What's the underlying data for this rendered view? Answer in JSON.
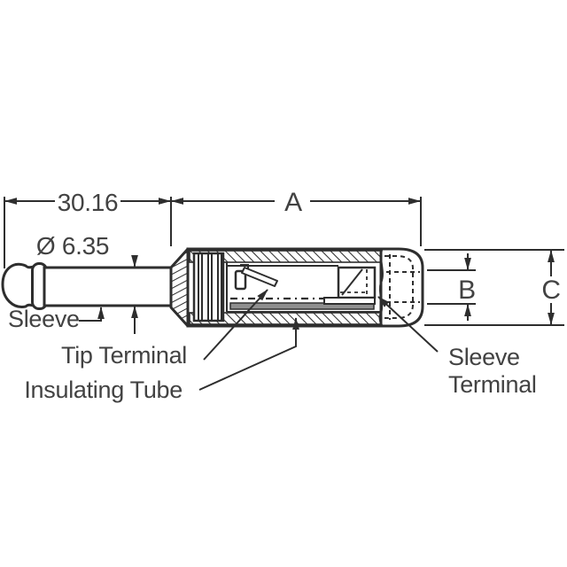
{
  "drawing": {
    "title_hint": "quarter-inch phone plug cross-section drawing",
    "dimensions": {
      "tip_length": "30.16",
      "body_length": "A",
      "shaft_diameter": "Ø 6.35",
      "cable_entry_diameter": "B",
      "body_diameter": "C"
    },
    "labels": {
      "sleeve": "Sleeve",
      "tip_terminal": "Tip Terminal",
      "insulating_tube": "Insulating Tube",
      "sleeve_terminal_line1": "Sleeve",
      "sleeve_terminal_line2": "Terminal"
    },
    "colors": {
      "line": "#2e2e2e",
      "text": "#424242",
      "tube_fill": "#8f8f8f",
      "background": "#ffffff"
    }
  }
}
